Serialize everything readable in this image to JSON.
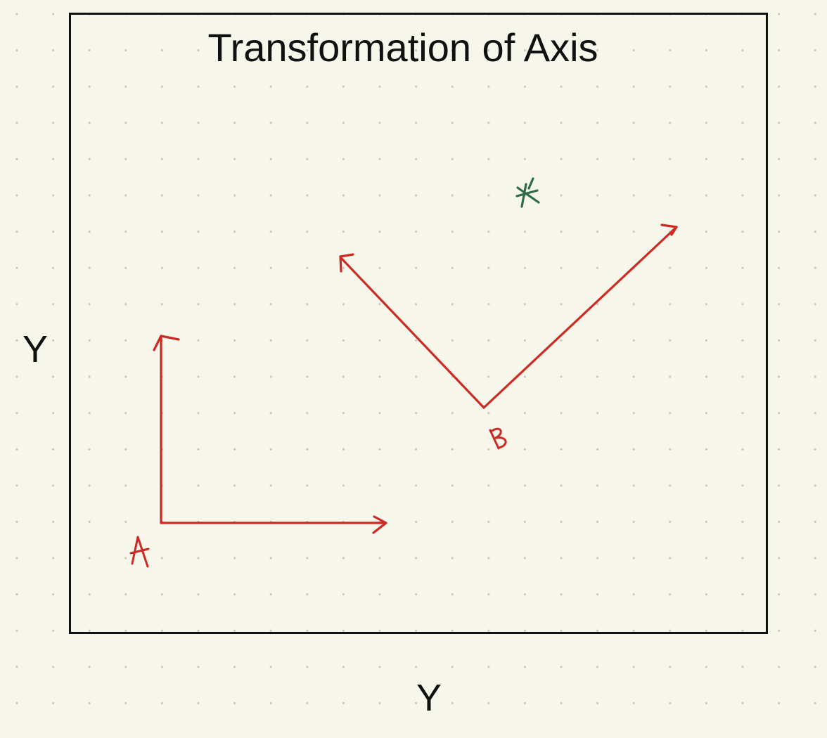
{
  "title": "Transformation of Axis",
  "y_axis_label": "Y",
  "x_axis_label": "Y",
  "point_labels": {
    "a": "A",
    "b": "B"
  },
  "marker": "star",
  "colors": {
    "background": "#f6f6eb",
    "grid_dot": "#c9c9bf",
    "frame": "#111111",
    "axes": "#cc2a22",
    "marker": "#2e6b4a",
    "text": "#111111"
  }
}
